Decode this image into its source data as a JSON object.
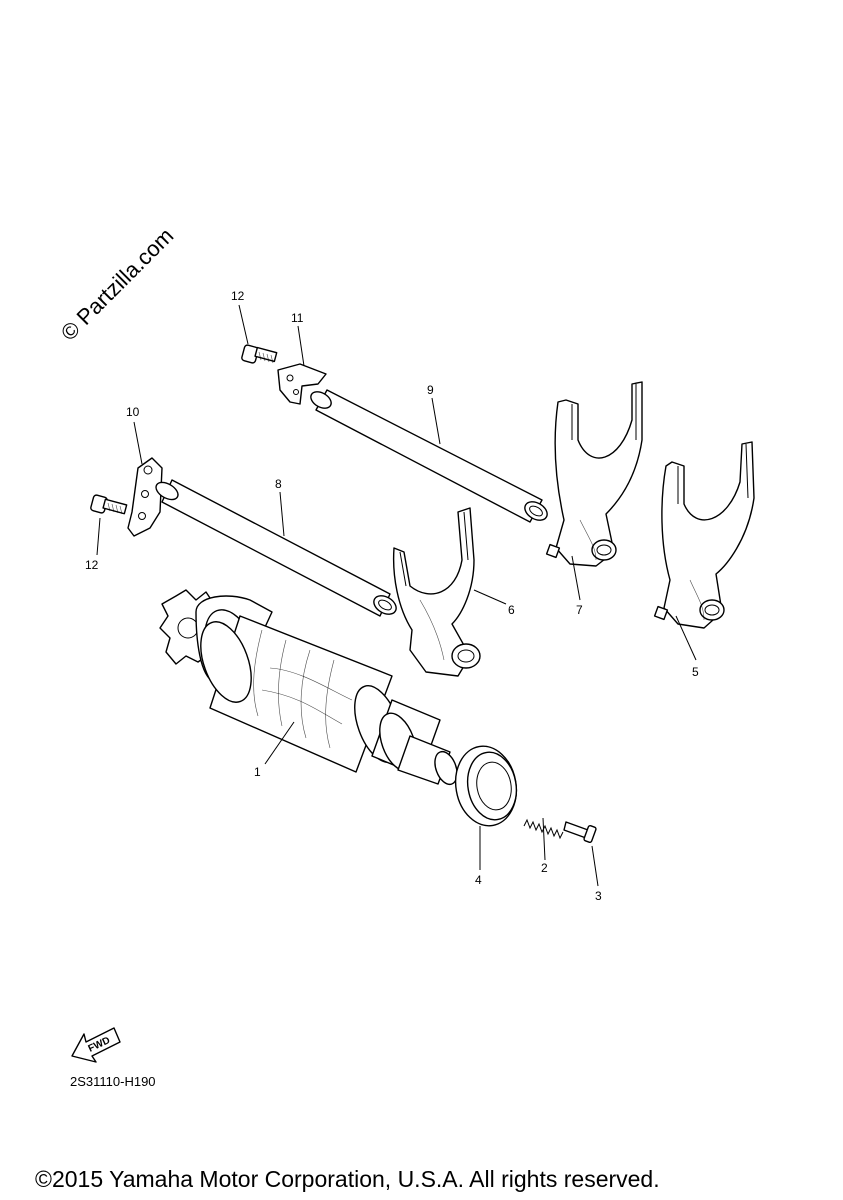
{
  "watermark": "© Partzilla.com",
  "callouts": {
    "c1": "1",
    "c2": "2",
    "c3": "3",
    "c4": "4",
    "c5": "5",
    "c6": "6",
    "c7": "7",
    "c8": "8",
    "c9": "9",
    "c10": "10",
    "c11": "11",
    "c12a": "12",
    "c12b": "12"
  },
  "fwd_label": "FWD",
  "diagram_code": "2S31110-H190",
  "copyright": "©2015 Yamaha Motor Corporation, U.S.A. All rights reserved."
}
